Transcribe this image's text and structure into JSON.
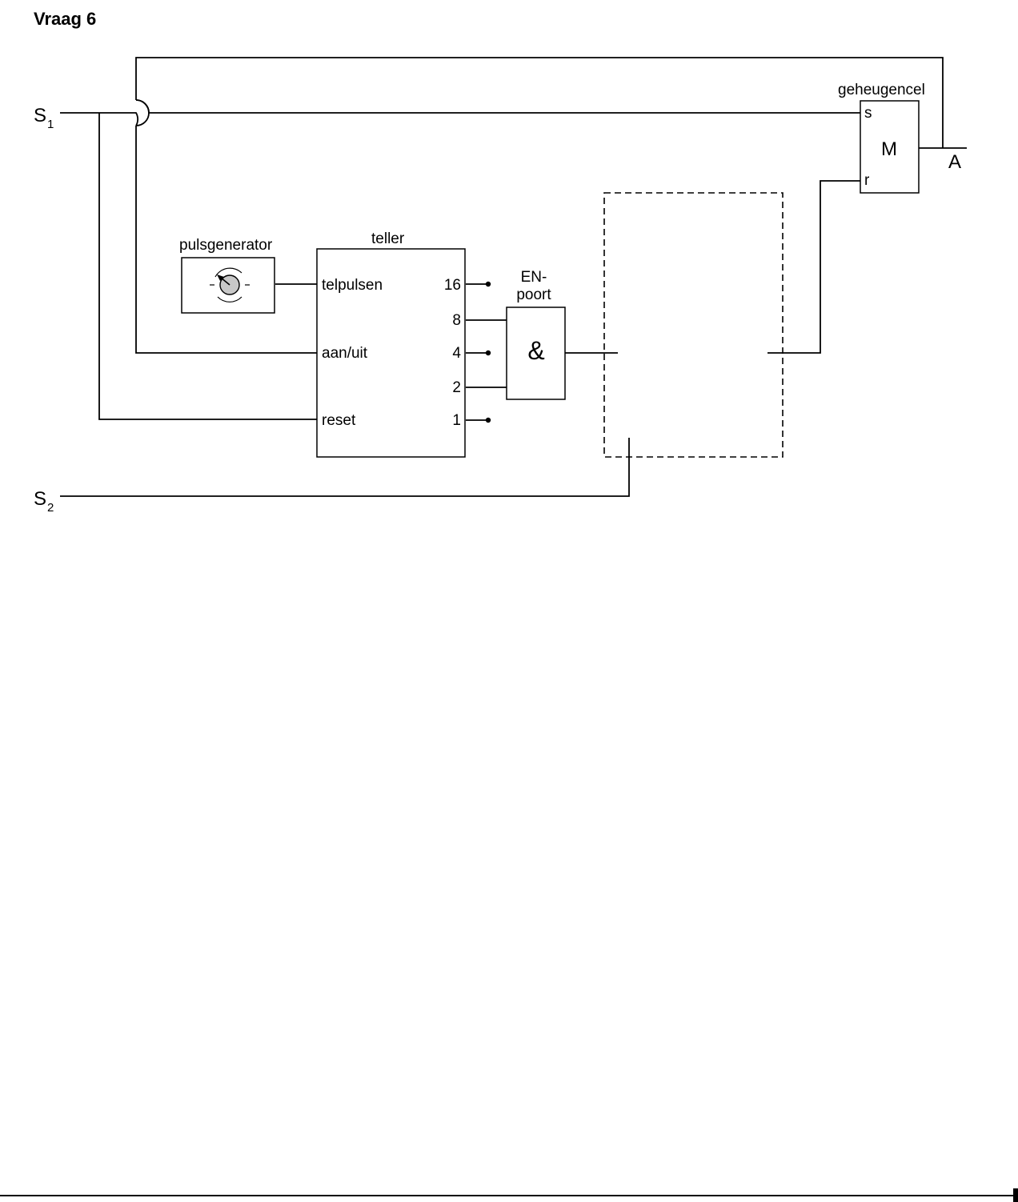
{
  "title": "Vraag 6",
  "inputs": {
    "s1": {
      "letter": "S",
      "sub": "1"
    },
    "s2": {
      "letter": "S",
      "sub": "2"
    }
  },
  "pulse_generator": {
    "label": "pulsgenerator",
    "icon": "dial-knob-icon"
  },
  "counter": {
    "label": "teller",
    "inputs": [
      "telpulsen",
      "aan/uit",
      "reset"
    ],
    "outputs": [
      "16",
      "8",
      "4",
      "2",
      "1"
    ]
  },
  "and_gate": {
    "label_line1": "EN-",
    "label_line2": "poort",
    "symbol": "&"
  },
  "memory_cell": {
    "label": "geheugencel",
    "set": "s",
    "reset": "r",
    "symbol": "M"
  },
  "output": {
    "label": "A"
  },
  "colors": {
    "line": "#000000",
    "knob_fill": "#c8c8c8",
    "background": "#ffffff"
  }
}
